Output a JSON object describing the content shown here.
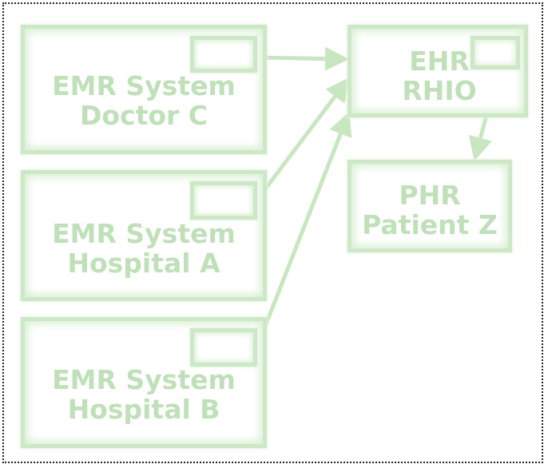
{
  "nodes": {
    "emr_doctor_c": {
      "line1": "EMR System",
      "line2": "Doctor C"
    },
    "emr_hospital_a": {
      "line1": "EMR System",
      "line2": "Hospital A"
    },
    "emr_hospital_b": {
      "line1": "EMR System",
      "line2": "Hospital B"
    },
    "ehr_rhio": {
      "line1": "EHR",
      "line2": "RHIO"
    },
    "phr_patient_z": {
      "line1": "PHR",
      "line2": "Patient Z"
    }
  },
  "edges": [
    {
      "from": "emr_doctor_c",
      "to": "ehr_rhio"
    },
    {
      "from": "emr_hospital_a",
      "to": "ehr_rhio"
    },
    {
      "from": "emr_hospital_b",
      "to": "ehr_rhio"
    },
    {
      "from": "ehr_rhio",
      "to": "phr_patient_z"
    }
  ],
  "colors": {
    "box_border": "#cde8c6",
    "text": "#bfe0b8",
    "arrow": "#c8e6c0",
    "frame": "#222222"
  }
}
